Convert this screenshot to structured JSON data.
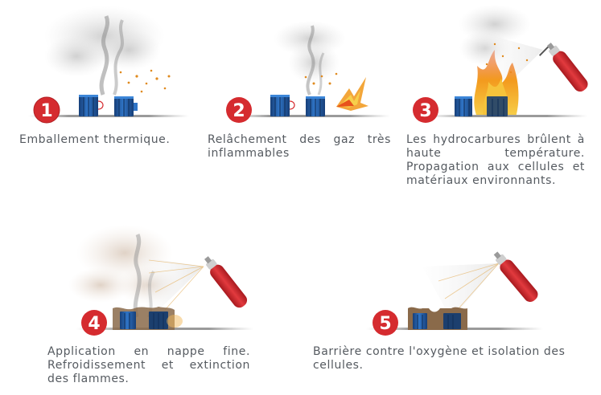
{
  "steps": [
    {
      "number": "1",
      "caption": "Emballement thermique."
    },
    {
      "number": "2",
      "caption": "Relâchement des gaz très inflammables"
    },
    {
      "number": "3",
      "caption": "Les hydrocarbures brûlent à haute température. Propagation aux cellules et matériaux environnants."
    },
    {
      "number": "4",
      "caption": "Application en nappe fine. Refroidissement et extinction des flammes."
    },
    {
      "number": "5",
      "caption": "Barrière contre l'oxygène et isolation des cellules."
    }
  ],
  "colors": {
    "badge_red": "#d52b2f",
    "battery_blue": "#1f5aa3",
    "flame_orange": "#f29a1c",
    "extinguisher_red": "#d0262b",
    "foam_tan": "#8a6a4a",
    "smoke_grey": "#cfcfcf"
  },
  "icons": [
    "battery-pack-icon",
    "smoke-plume-icon",
    "flame-icon",
    "fire-extinguisher-icon",
    "spray-cone-icon",
    "foam-blanket-icon"
  ]
}
